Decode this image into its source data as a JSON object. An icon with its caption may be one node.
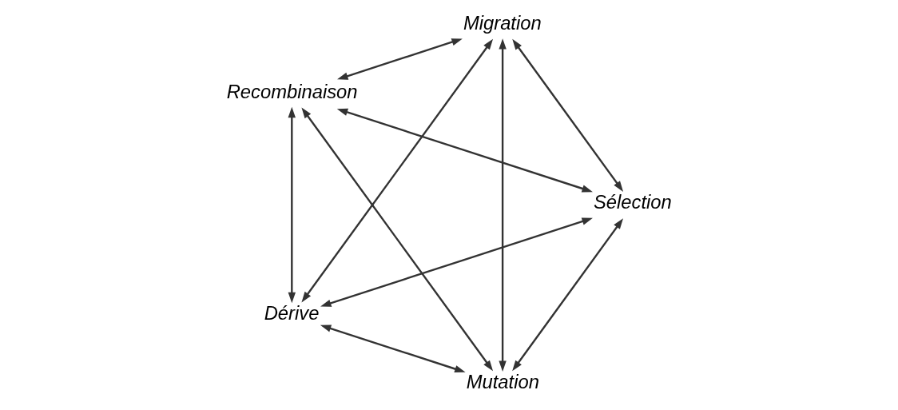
{
  "diagram": {
    "nodes": [
      {
        "text": [
          "Mutation"
        ]
      },
      {
        "text": [
          "Sélection"
        ]
      },
      {
        "text": [
          "Recombinaison"
        ]
      },
      {
        "text": [
          "Migration"
        ]
      },
      {
        "text": [
          "Dérive"
        ]
      }
    ],
    "edges": [
      {
        "from": 0,
        "to": 1,
        "arrow": "both"
      },
      {
        "from": 0,
        "to": 2,
        "arrow": "both"
      },
      {
        "from": 0,
        "to": 3,
        "arrow": "both"
      },
      {
        "from": 0,
        "to": 4,
        "arrow": "both"
      },
      {
        "from": 1,
        "to": 2,
        "arrow": "both"
      },
      {
        "from": 1,
        "to": 3,
        "arrow": "both"
      },
      {
        "from": 1,
        "to": 4,
        "arrow": "both"
      },
      {
        "from": 2,
        "to": 3,
        "arrow": "both"
      },
      {
        "from": 2,
        "to": 4,
        "arrow": "both"
      },
      {
        "from": 3,
        "to": 4,
        "arrow": "both"
      }
    ]
  }
}
